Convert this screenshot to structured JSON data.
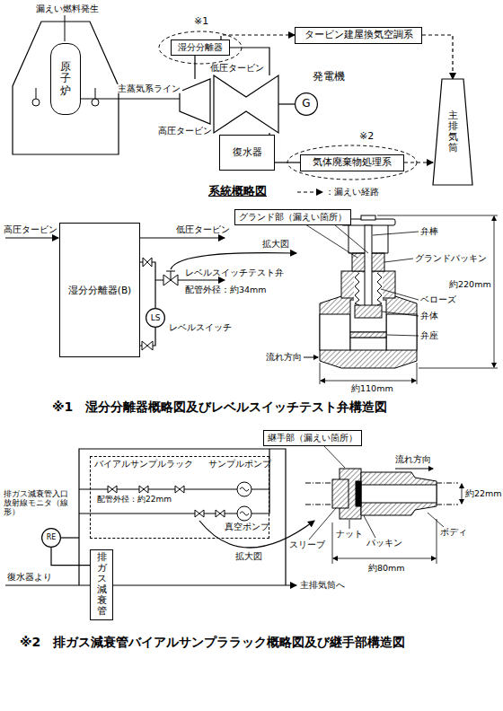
{
  "diagram": {
    "nodes": [
      {
        "text": [
          "原子炉"
        ]
      },
      {
        "text": [
          "湿分分離器"
        ]
      },
      {
        "text": [
          "タービン建屋換気空調系"
        ]
      },
      {
        "text": [
          "高圧タービン"
        ]
      },
      {
        "text": [
          "低圧タービン"
        ]
      },
      {
        "text": [
          "G",
          "発電機"
        ]
      },
      {
        "text": [
          "復水器"
        ]
      },
      {
        "text": [
          "気体廃棄物処理系"
        ]
      },
      {
        "text": [
          "主排気筒"
        ]
      },
      {
        "text": [
          "湿分分離器(B)"
        ]
      },
      {
        "text": [
          "グランド部（漏えい箇所）"
        ]
      },
      {
        "text": [
          "LS"
        ]
      },
      {
        "text": [
          "バイアルサンプルラック"
        ]
      },
      {
        "text": [
          "RE"
        ]
      },
      {
        "text": [
          "排ガス減衰管"
        ]
      },
      {
        "text": [
          "継手部（漏えい箇所）"
        ]
      }
    ],
    "edges": [
      {
        "from": 0,
        "to": 3,
        "arrow": "none",
        "label": "主蒸気系ライン"
      },
      {
        "from": 3,
        "to": 1,
        "arrow": "none"
      },
      {
        "from": 1,
        "to": 4,
        "arrow": "none"
      },
      {
        "from": 4,
        "to": 5,
        "arrow": "none"
      },
      {
        "from": 4,
        "to": 6,
        "arrow": "none"
      },
      {
        "from": 6,
        "to": 7,
        "arrow": "none"
      },
      {
        "from": 1,
        "to": 2,
        "arrow": "to"
      },
      {
        "from": 2,
        "to": 8,
        "arrow": "to"
      },
      {
        "from": 7,
        "to": 8,
        "arrow": "to"
      },
      {
        "from": 9,
        "to": 11,
        "arrow": "none"
      },
      {
        "from": 13,
        "to": 14,
        "arrow": "none"
      }
    ],
    "labels": [
      "漏えい燃料発生",
      "※1",
      "※2",
      "系統概略図",
      "高圧タービン",
      "低圧タービン",
      "拡大図",
      "レベルスイッチテスト弁",
      "配管外径：約34mm",
      "レベルスイッチ",
      "弁棒",
      "グランドパッキン",
      "ベローズ",
      "弁体",
      "弁座",
      "流れ方向",
      "約220mm",
      "約110mm",
      "※1　湿分分離器概略図及びレベルスイッチテスト弁構造図",
      "サンプルポンプ",
      "配管外径：約22mm",
      "真空ポンプ",
      "排ガス減衰管入口放射線モニタ（線形）",
      "復水器より",
      "主排気筒へ",
      "拡大図",
      "スリーブ",
      "ナット",
      "パッキン",
      "ボディ",
      "流れ方向",
      "約22mm",
      "約80mm",
      "※2　排ガス減衰管バイアルサンプララック概略図及び継手部構造図"
    ],
    "legend": [
      {
        "text": "：漏えい経路"
      }
    ]
  }
}
